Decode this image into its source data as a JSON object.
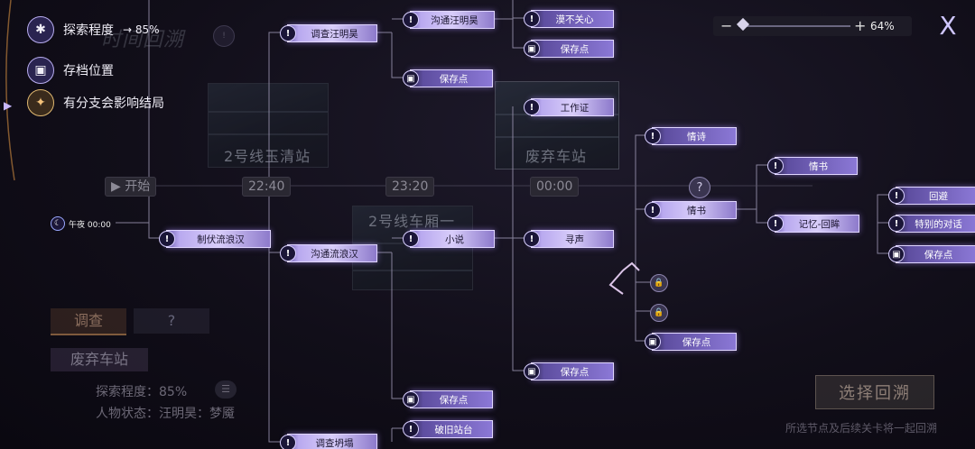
{
  "legend": {
    "explore_label": "探索程度",
    "explore_value": "→ 85%",
    "save_label": "存档位置",
    "branch_label": "有分支会影响结局"
  },
  "zoom": {
    "minus": "−",
    "plus": "+",
    "value": "64%"
  },
  "close_label": "X",
  "ghost": {
    "chapter_title": "时间回溯",
    "station1": "2号线玉清站",
    "station2": "2号线车厢一",
    "station3": "废弃车站"
  },
  "timeline": {
    "start": "开始",
    "t1": "22:40",
    "t2": "23:20",
    "t3": "00:00",
    "unknown": "?",
    "midnight": "午夜 00:00"
  },
  "nodes": {
    "investigate_wang": "调查汪明昊",
    "talk_wang": "沟通汪明昊",
    "indifferent": "漠不关心",
    "save_a": "保存点",
    "save_b": "保存点",
    "subdue": "制伏流浪汉",
    "talk_tramp": "沟通流浪汉",
    "novel": "小说",
    "work_card": "工作证",
    "seek_sound": "寻声",
    "love_poem": "情诗",
    "love_letter": "情书",
    "love_letter2": "情书",
    "memory_return": "记忆-回眸",
    "avoid": "回避",
    "special_talk": "特别的对话",
    "save_c": "保存点",
    "save_d": "保存点",
    "save_e": "保存点",
    "save_f": "保存点",
    "investigate_collapse": "调查坍塌",
    "broken_platform": "破旧站台"
  },
  "info": {
    "tab1": "调查",
    "tab2": "?",
    "location": "废弃车站",
    "explore": "探索程度：85%",
    "status": "人物状态：汪明昊：梦魇"
  },
  "select_button": "选择回溯",
  "hint": "所选节点及后续关卡将一起回溯"
}
